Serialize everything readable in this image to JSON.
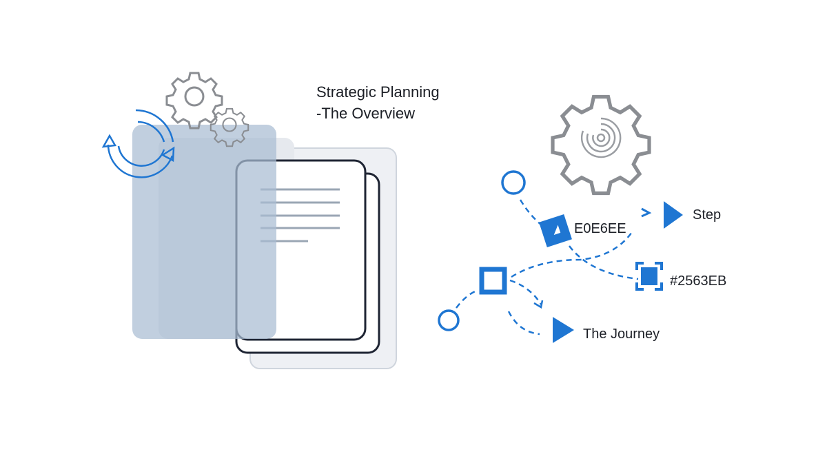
{
  "title": {
    "line1": "Strategic Planning",
    "line2": "-The Overview"
  },
  "labels": {
    "code1": "E0E6EE",
    "step": "Step",
    "code2": "#2563EB",
    "journey": "The Journey"
  },
  "colors": {
    "accent": "#1f76d2",
    "panel": "#b9cadd",
    "outline": "#1e2433",
    "gear": "#8a8d92"
  }
}
